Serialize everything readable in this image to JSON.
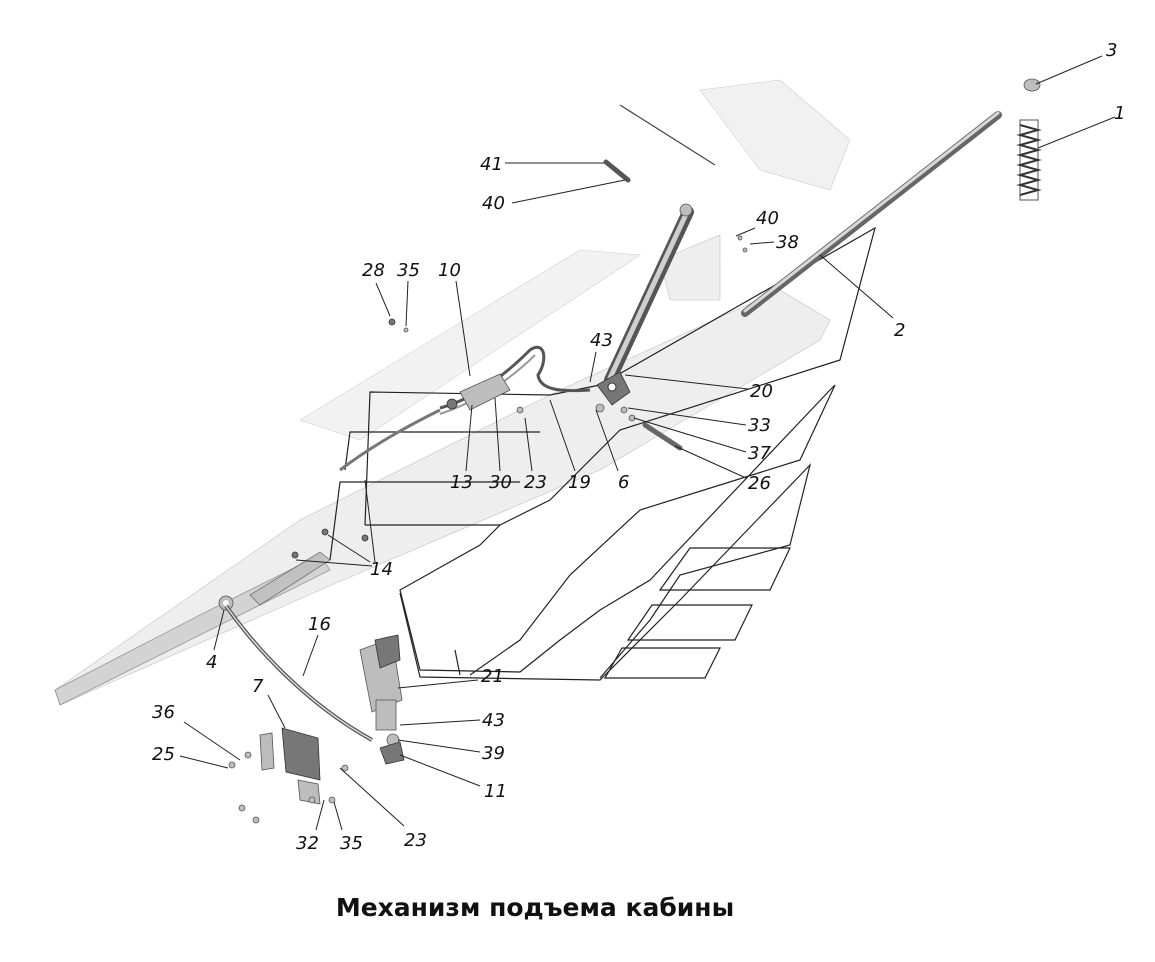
{
  "caption": "Механизм подъема кабины",
  "callouts": {
    "c1": "1",
    "c2": "2",
    "c3": "3",
    "c4": "4",
    "c6": "6",
    "c7": "7",
    "c10": "10",
    "c11": "11",
    "c13": "13",
    "c14": "14",
    "c16": "16",
    "c19": "19",
    "c20": "20",
    "c21": "21",
    "c23a": "23",
    "c23b": "23",
    "c25": "25",
    "c26": "26",
    "c28": "28",
    "c30": "30",
    "c32": "32",
    "c33": "33",
    "c35a": "35",
    "c35b": "35",
    "c36": "36",
    "c37": "37",
    "c38": "38",
    "c39": "39",
    "c40a": "40",
    "c40b": "40",
    "c41": "41",
    "c43a": "43",
    "c43b": "43"
  }
}
